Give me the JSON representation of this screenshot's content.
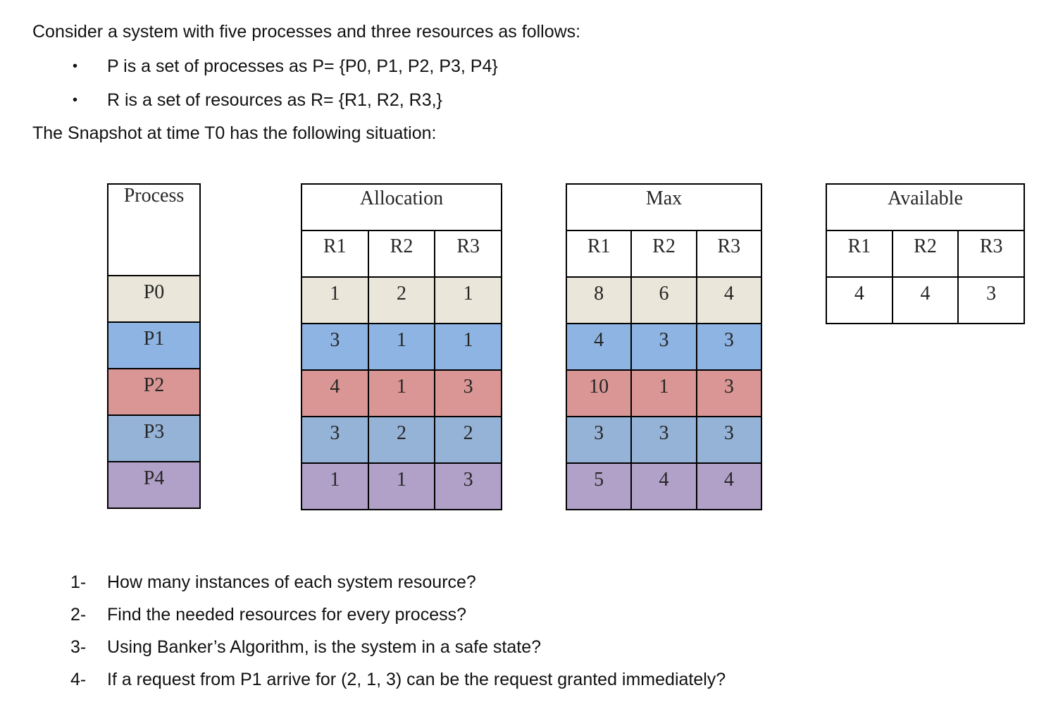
{
  "intro": {
    "line1": "Consider a system with five processes and three resources as follows:",
    "bullet_glyph": "•",
    "bullets": [
      "P is a set of processes as P= {P0, P1, P2, P3, P4}",
      "R is a set of resources as R= {R1, R2, R3,}"
    ],
    "line2": "The Snapshot at time T0 has the following situation:"
  },
  "tables": {
    "process": {
      "header": "Process",
      "rows": [
        "P0",
        "P1",
        "P2",
        "P3",
        "P4"
      ]
    },
    "allocation": {
      "title": "Allocation",
      "columns": [
        "R1",
        "R2",
        "R3"
      ],
      "rows": [
        [
          1,
          2,
          1
        ],
        [
          3,
          1,
          1
        ],
        [
          4,
          1,
          3
        ],
        [
          3,
          2,
          2
        ],
        [
          1,
          1,
          3
        ]
      ]
    },
    "max": {
      "title": "Max",
      "columns": [
        "R1",
        "R2",
        "R3"
      ],
      "rows": [
        [
          8,
          6,
          4
        ],
        [
          4,
          3,
          3
        ],
        [
          10,
          1,
          3
        ],
        [
          3,
          3,
          3
        ],
        [
          5,
          4,
          4
        ]
      ]
    },
    "available": {
      "title": "Available",
      "columns": [
        "R1",
        "R2",
        "R3"
      ],
      "rows": [
        [
          4,
          4,
          3
        ]
      ]
    }
  },
  "row_colors": [
    "#EAE6D9",
    "#8DB4E2",
    "#D99694",
    "#95B3D7",
    "#B1A0C7"
  ],
  "border_color": "#000000",
  "questions": {
    "items": [
      {
        "num": "1-",
        "text": "How many instances of each system resource?"
      },
      {
        "num": "2-",
        "text": "Find the needed resources for every process?"
      },
      {
        "num": "3-",
        "text": "Using Banker’s Algorithm, is the system in a safe state?"
      },
      {
        "num": "4-",
        "text": "If a request from P1 arrive for (2, 1, 3) can be the request granted immediately?"
      }
    ]
  }
}
